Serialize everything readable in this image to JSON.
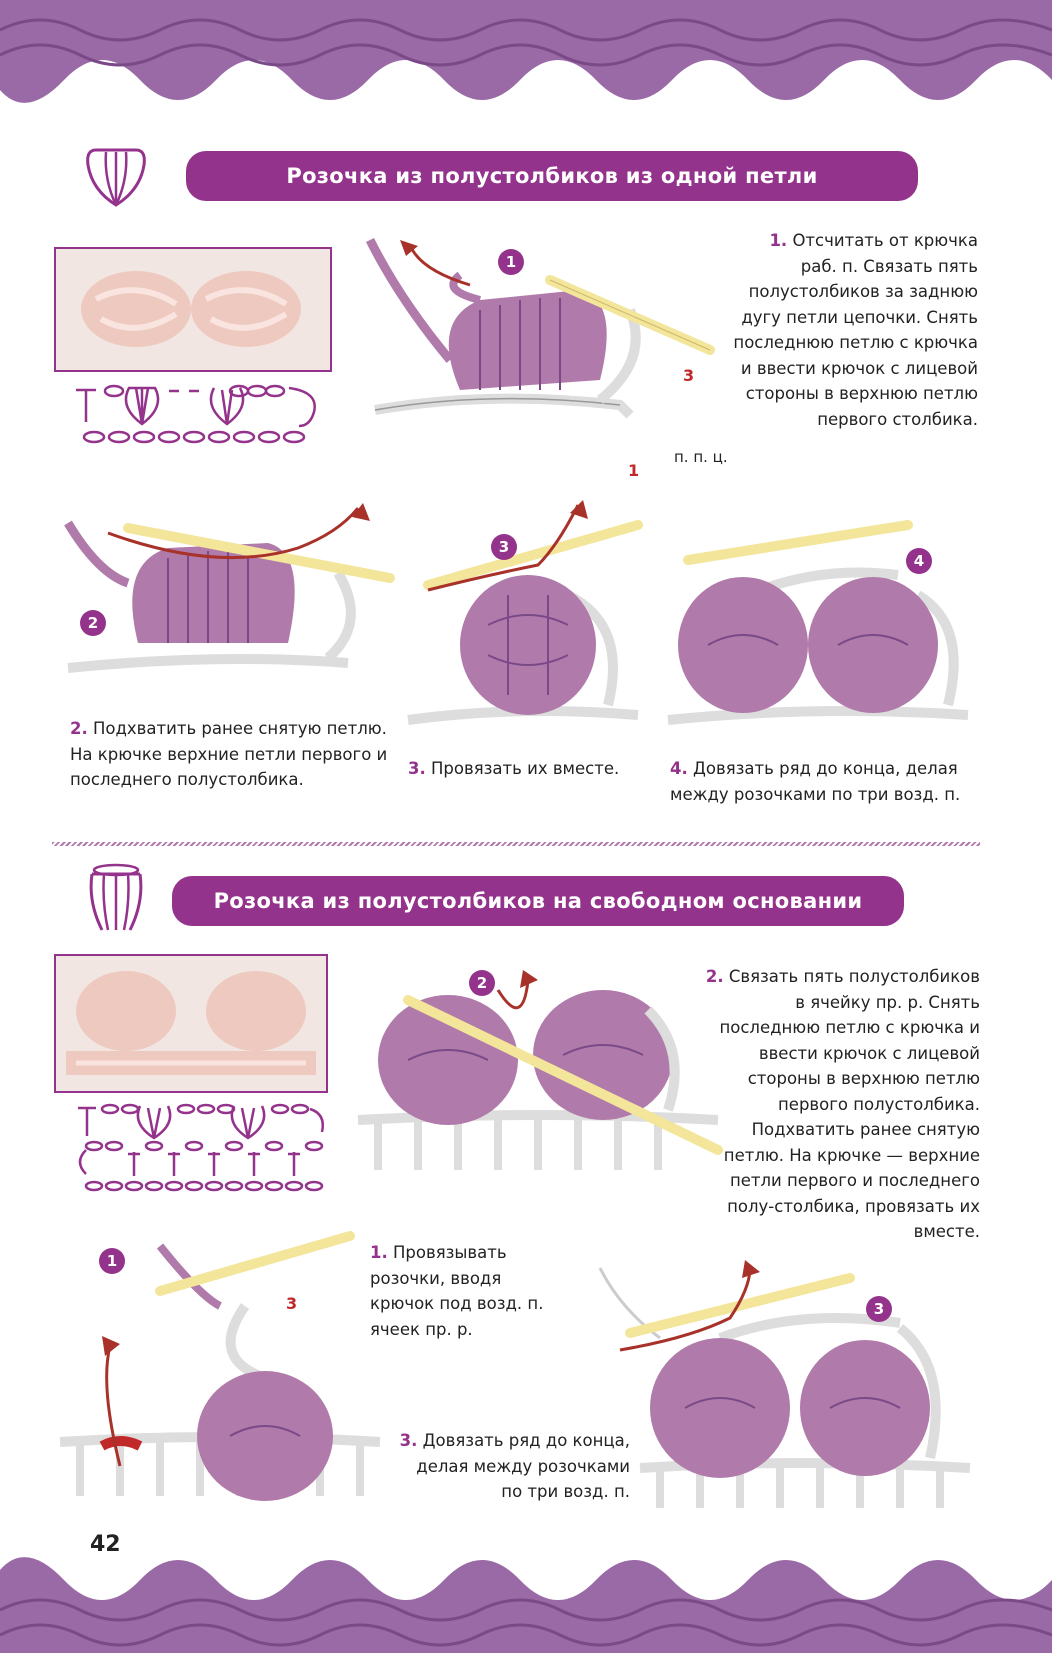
{
  "section1": {
    "title": "Розочка из полустолбиков из одной петли",
    "step1_num": "1.",
    "step1_text": "Отсчитать от крючка раб. п. Связать пять полустолбиков за заднюю дугу петли цепочки. Снять последнюю петлю с крючка и ввести крючок с лицевой стороны в верхнюю петлю первого столбика.",
    "step2_num": "2.",
    "step2_text": "Подхватить ранее снятую петлю. На крючке верхние петли первого и последнего полустолбика.",
    "step3_num": "3.",
    "step3_text": "Провязать их вместе.",
    "step4_num": "4.",
    "step4_text": "Довязать ряд до конца, делая между розочками по три возд. п.",
    "label_ppc": "п. п. ц.",
    "label_1": "1",
    "label_3": "3",
    "badges": [
      "1",
      "2",
      "3",
      "4"
    ]
  },
  "section2": {
    "title": "Розочка из полустолбиков на свободном основании",
    "step2_num": "2.",
    "step2_text": "Связать пять полустолбиков в ячейку пр. р. Снять последнюю петлю с крючка и ввести крючок с лицевой стороны в верхнюю петлю первого полустолбика. Подхватить ранее снятую петлю. На крючке — верхние петли первого и последнего полу-столбика, провязать их вместе.",
    "step1_num": "1.",
    "step1_text": "Провязывать розочки, вводя крючок под возд. п. ячеек пр. р.",
    "step3_num": "3.",
    "step3_text": "Довязать ряд до конца, делая между розочками по три возд. п.",
    "label_3": "3",
    "badges": [
      "2",
      "1",
      "3"
    ]
  },
  "page_number": "42",
  "colors": {
    "accent": "#94338c",
    "yarn": "#b07aaa",
    "hook": "#f3e59a",
    "arrow": "#a8322a"
  }
}
